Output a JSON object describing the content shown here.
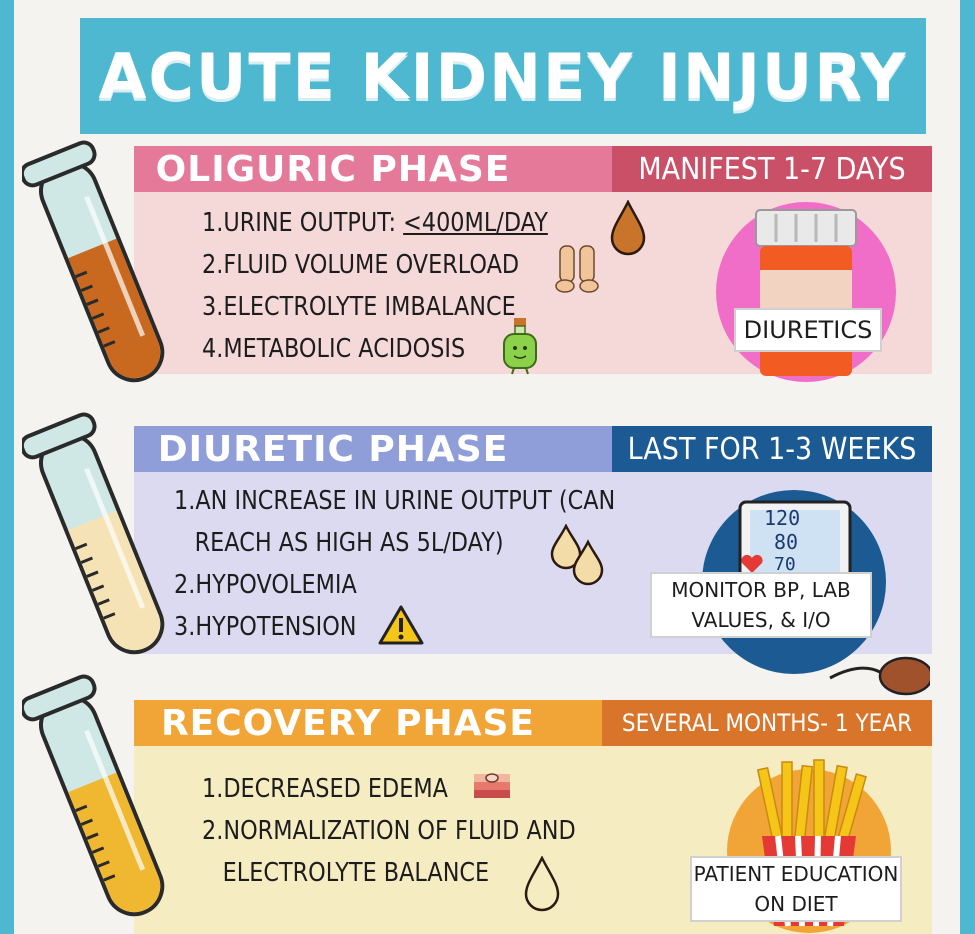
{
  "title": "ACUTE KIDNEY INJURY",
  "colors": {
    "accent_blue": "#4db8cf",
    "oliguric": "#e4799a",
    "oliguric_dur": "#c95067",
    "oliguric_bg": "#f5d8d8",
    "diuretic": "#8f9ed9",
    "diuretic_dur": "#1b5a92",
    "diuretic_bg": "#dcdaf0",
    "recovery": "#f0a536",
    "recovery_dur": "#d9742b",
    "recovery_bg": "#f6ecc2"
  },
  "phases": [
    {
      "name": "OLIGURIC PHASE",
      "duration": "MANIFEST 1-7 DAYS",
      "items": [
        {
          "num": "1.",
          "text": "URINE OUTPUT: ",
          "underline": "<400ML/DAY"
        },
        {
          "num": "2.",
          "text": "FLUID VOLUME OVERLOAD"
        },
        {
          "num": "3.",
          "text": "ELECTROLYTE IMBALANCE"
        },
        {
          "num": "4.",
          "text": "METABOLIC ACIDOSIS"
        }
      ],
      "side_label": "DIURETICS"
    },
    {
      "name": "DIURETIC PHASE",
      "duration": "LAST FOR 1-3 WEEKS",
      "items": [
        {
          "num": "1.",
          "text": "AN INCREASE IN URINE OUTPUT (CAN"
        },
        {
          "num": "",
          "text": "REACH AS HIGH AS 5L/DAY)"
        },
        {
          "num": "2.",
          "text": "HYPOVOLEMIA"
        },
        {
          "num": "3.",
          "text": "HYPOTENSION"
        }
      ],
      "side_label_1": "MONITOR BP, LAB",
      "side_label_2": "VALUES, & I/O",
      "bp_top": "120",
      "bp_mid": "80",
      "bp_bot": "70"
    },
    {
      "name": "RECOVERY PHASE",
      "duration": "SEVERAL MONTHS- 1 YEAR",
      "items": [
        {
          "num": "1.",
          "text": "DECREASED EDEMA"
        },
        {
          "num": "2.",
          "text": "NORMALIZATION OF FLUID AND"
        },
        {
          "num": "",
          "text": "ELECTROLYTE BALANCE"
        }
      ],
      "side_label_1": "PATIENT EDUCATION",
      "side_label_2": "ON DIET"
    }
  ]
}
